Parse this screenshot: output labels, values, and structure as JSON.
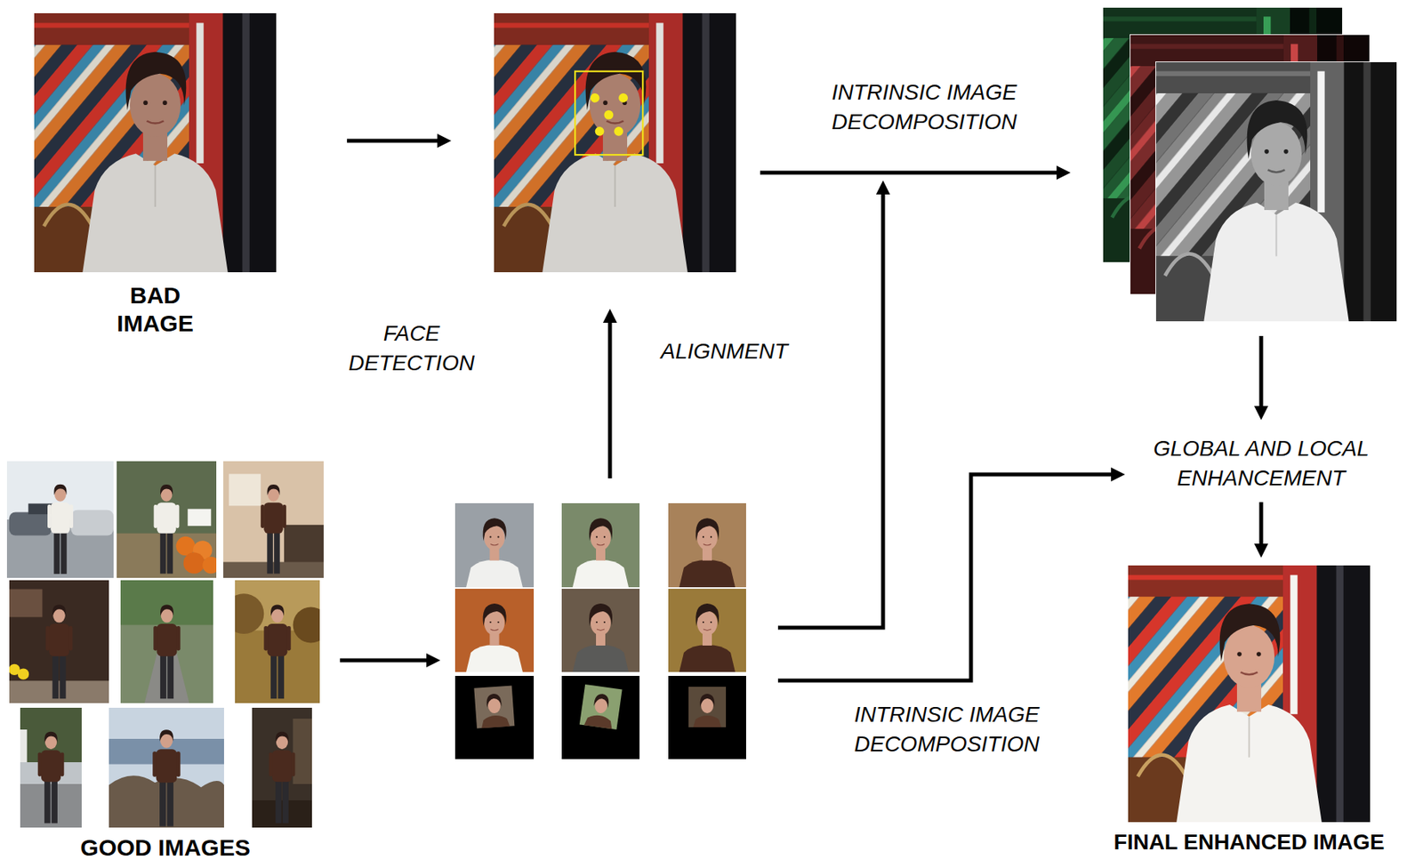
{
  "diagram": {
    "nodes": [
      {
        "text": [
          "BAD IMAGE"
        ]
      },
      {
        "text": []
      },
      {
        "text": []
      },
      {
        "text": [
          "GLOBAL AND LOCAL ENHANCEMENT"
        ]
      },
      {
        "text": [
          "GOOD IMAGES"
        ]
      },
      {
        "text": []
      },
      {
        "text": [
          "FINAL ENHANCED IMAGE"
        ]
      }
    ],
    "edges": [
      {
        "from": 0,
        "to": 1,
        "arrow": "to",
        "label": "FACE DETECTION"
      },
      {
        "from": 4,
        "to": 5,
        "arrow": "to"
      },
      {
        "from": 5,
        "to": 1,
        "arrow": "to",
        "label": "ALIGNMENT"
      },
      {
        "from": 1,
        "to": 2,
        "arrow": "to",
        "label": "INTRINSIC IMAGE DECOMPOSITION"
      },
      {
        "from": 5,
        "to": 2,
        "arrow": "to"
      },
      {
        "from": 5,
        "to": 3,
        "arrow": "to",
        "label": "INTRINSIC IMAGE DECOMPOSITION"
      },
      {
        "from": 2,
        "to": 3,
        "arrow": "to"
      },
      {
        "from": 3,
        "to": 6,
        "arrow": "to"
      }
    ]
  }
}
